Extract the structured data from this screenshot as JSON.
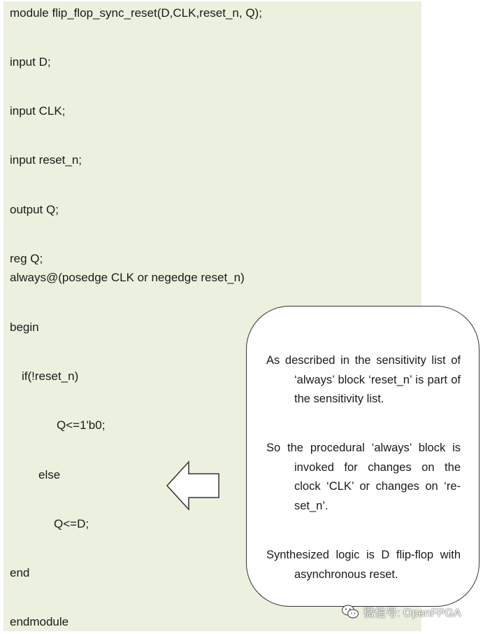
{
  "code": {
    "lines": [
      "module flip_flop_sync_reset(D,CLK,reset_n, Q);",
      "input D;",
      "input CLK;",
      "input reset_n;",
      "output Q;",
      "reg Q;",
      "always@(posedge CLK or negedge reset_n)",
      "begin",
      "if(!reset_n)",
      "Q<=1'b0;",
      "else",
      "Q<=D;",
      "end",
      "endmodule"
    ]
  },
  "note": {
    "paragraph_1": "As described in the sensitivity list of ‘always’ block ‘reset_n’ is part of the sensitivity list.",
    "paragraph_2": "So the procedural ‘always’ block is invoked for changes on the clock ‘CLK’ or changes on ‘re-set_n’.",
    "paragraph_3": "Synthesized logic is D flip-flop with asynchronous reset."
  },
  "watermark": {
    "text": "微信号: OpenFPGA",
    "icon": "wechat-icon"
  },
  "colors": {
    "code_background": "#ebf1de",
    "text": "#1a1a1a",
    "border": "#333333"
  }
}
